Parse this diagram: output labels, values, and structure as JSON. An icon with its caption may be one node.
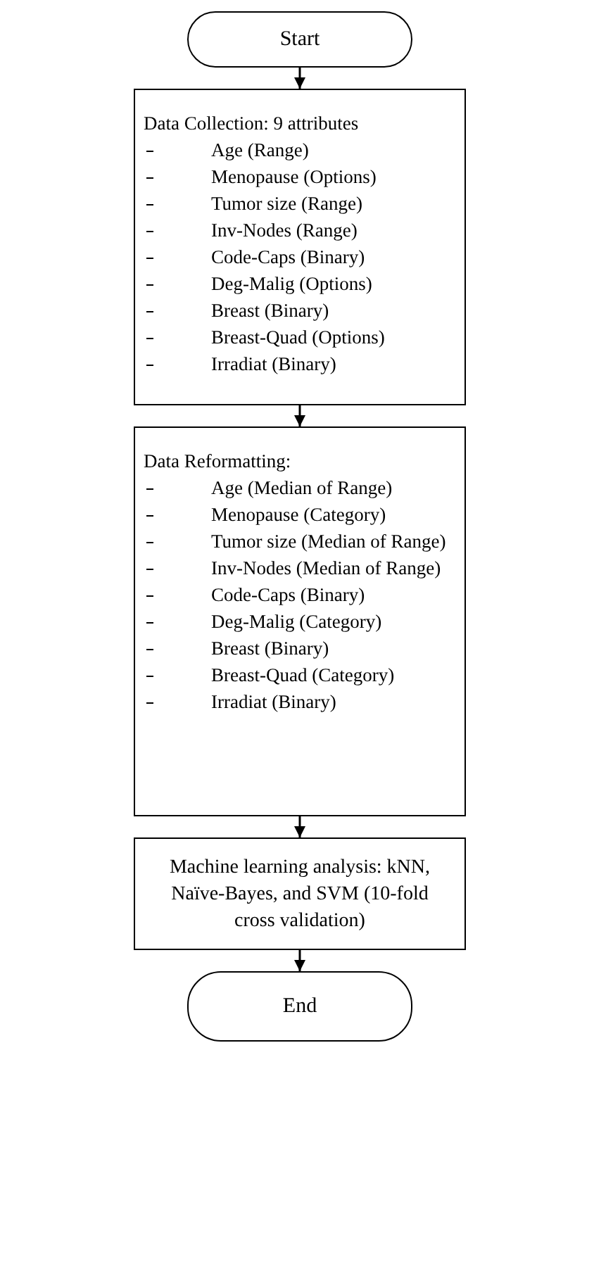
{
  "diagram": {
    "nodes": [
      {
        "text": [
          "Start"
        ]
      },
      {
        "text": [
          "Data Collection: 9 attributes",
          "Age (Range)",
          "Menopause (Options)",
          "Tumor size (Range)",
          "Inv-Nodes (Range)",
          "Code-Caps (Binary)",
          "Deg-Malig (Options)",
          "Breast (Binary)",
          "Breast-Quad (Options)",
          "Irradiat (Binary)"
        ]
      },
      {
        "text": [
          "Data Reformatting:",
          "Age (Median of Range)",
          "Menopause (Category)",
          "Tumor size (Median of Range)",
          "Inv-Nodes (Median of Range)",
          "Code-Caps (Binary)",
          "Deg-Malig (Category)",
          "Breast (Binary)",
          "Breast-Quad (Category)",
          "Irradiat (Binary)"
        ]
      },
      {
        "text": [
          "Machine learning analysis: kNN, Naïve-Bayes, and SVM (10-fold cross validation)"
        ]
      },
      {
        "text": [
          "End"
        ]
      }
    ],
    "edges": [
      {
        "from": 0,
        "to": 1,
        "arrow": "to"
      },
      {
        "from": 1,
        "to": 2,
        "arrow": "to"
      },
      {
        "from": 2,
        "to": 3,
        "arrow": "to"
      },
      {
        "from": 3,
        "to": 4,
        "arrow": "to"
      }
    ]
  }
}
